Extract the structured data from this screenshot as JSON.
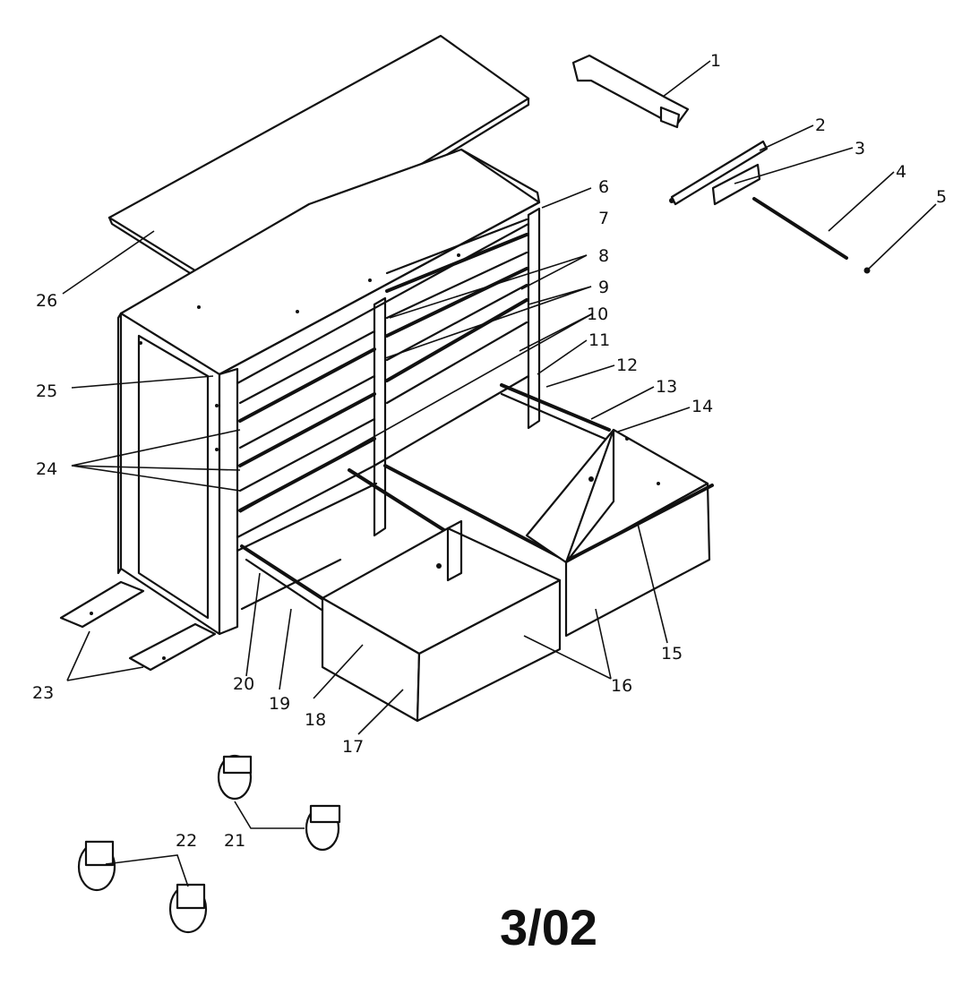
{
  "callouts": {
    "c1": "1",
    "c2": "2",
    "c3": "3",
    "c4": "4",
    "c5": "5",
    "c6": "6",
    "c7": "7",
    "c8": "8",
    "c9": "9",
    "c10": "10",
    "c11": "11",
    "c12": "12",
    "c13": "13",
    "c14": "14",
    "c15": "15",
    "c16": "16",
    "c17": "17",
    "c18": "18",
    "c19": "19",
    "c20": "20",
    "c21": "21",
    "c22": "22",
    "c23": "23",
    "c24": "24",
    "c25": "25",
    "c26": "26"
  },
  "date_code": "3/02"
}
